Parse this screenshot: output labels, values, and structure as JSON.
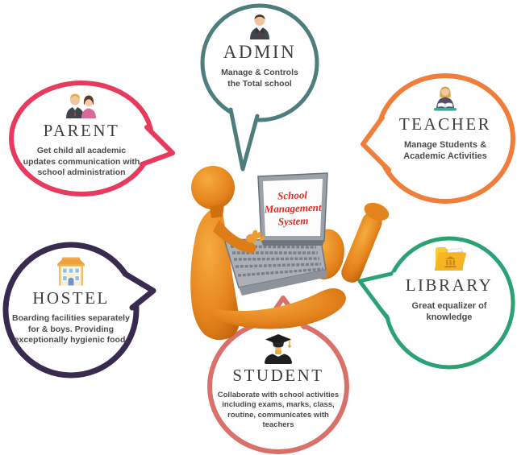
{
  "laptop": {
    "screen_lines": [
      "School",
      "Management",
      "System"
    ],
    "text_color": "#e42a24"
  },
  "bubbles": [
    {
      "id": "admin",
      "label": "ADMIN",
      "description": "Manage & Controls the Total school",
      "color": "#4e7d7d",
      "icon": "businessman-icon"
    },
    {
      "id": "parent",
      "label": "PARENT",
      "description": "Get child all academic updates communication with school administration",
      "color": "#e73a5d",
      "icon": "parents-icon"
    },
    {
      "id": "teacher",
      "label": "TEACHER",
      "description": "Manage Students & Academic Activities",
      "color": "#ee7e3a",
      "icon": "teacher-icon"
    },
    {
      "id": "hostel",
      "label": "HOSTEL",
      "description": "Boarding facilities separately for & boys. Providing exceptionally hygienic food.",
      "color": "#392a4f",
      "icon": "building-icon"
    },
    {
      "id": "library",
      "label": "LIBRARY",
      "description": "Great equalizer of knowledge",
      "color": "#2ba273",
      "icon": "folder-icon"
    },
    {
      "id": "student",
      "label": "STUDENT",
      "description": "Collaborate with school activities including exams, marks, class, routine, communicates with teachers",
      "color": "#d97069",
      "icon": "graduate-icon"
    }
  ]
}
